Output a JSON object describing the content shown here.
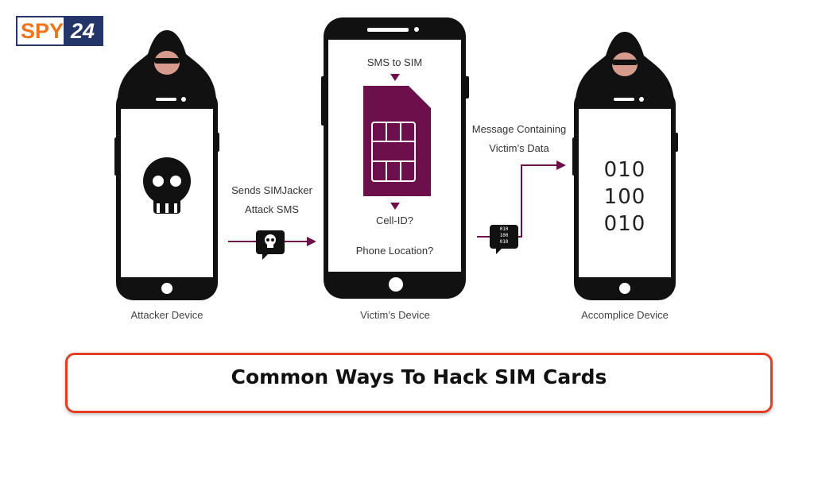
{
  "logo": {
    "part1": "SPY",
    "part2": "24"
  },
  "devices": {
    "attacker": {
      "label": "Attacker Device"
    },
    "victim": {
      "label": "Victim’s Device",
      "sms_to_sim": "SMS to SIM",
      "cell_id": "Cell-ID?",
      "phone_location": "Phone Location?"
    },
    "accomplice": {
      "label": "Accomplice Device",
      "binary": [
        "010",
        "100",
        "010"
      ]
    }
  },
  "arrows": {
    "attack": {
      "line1": "Sends SIMJacker",
      "line2": "Attack SMS"
    },
    "data": {
      "line1": "Message Containing",
      "line2": "Victim’s Data"
    },
    "data_icon_binary": [
      "010",
      "100",
      "010"
    ]
  },
  "banner": {
    "title": "Common Ways To Hack SIM Cards"
  },
  "colors": {
    "accent": "#6d0f4a",
    "banner_border": "#e43d23",
    "phone": "#111111"
  }
}
